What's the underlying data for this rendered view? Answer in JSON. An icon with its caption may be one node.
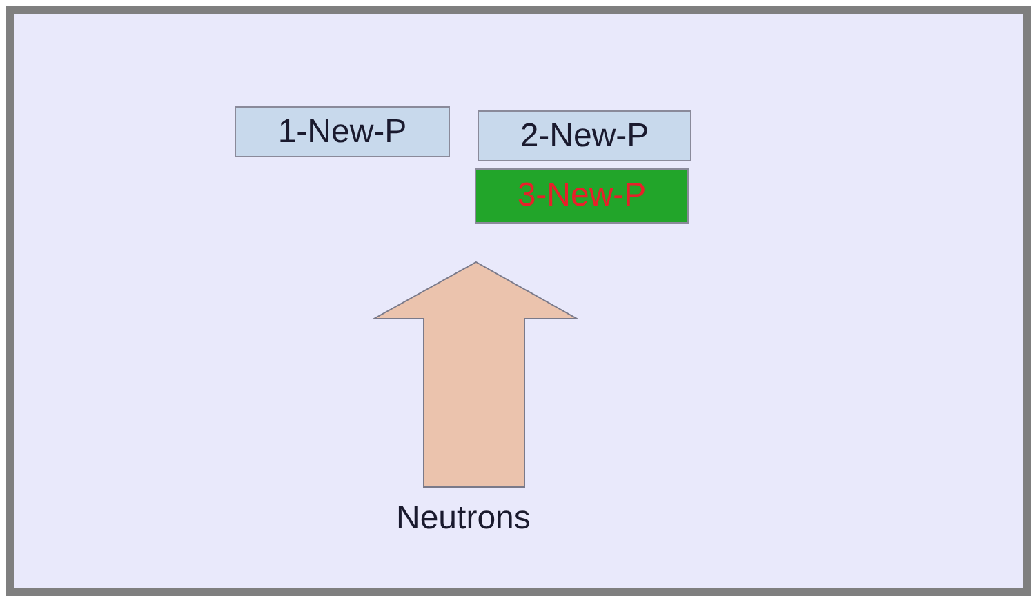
{
  "diagram": {
    "nodes": [
      {
        "text": [
          "1-New-P"
        ]
      },
      {
        "text": [
          "2-New-P"
        ]
      },
      {
        "text": [
          "3-New-P"
        ]
      }
    ],
    "labels": [
      "Neutrons"
    ]
  }
}
